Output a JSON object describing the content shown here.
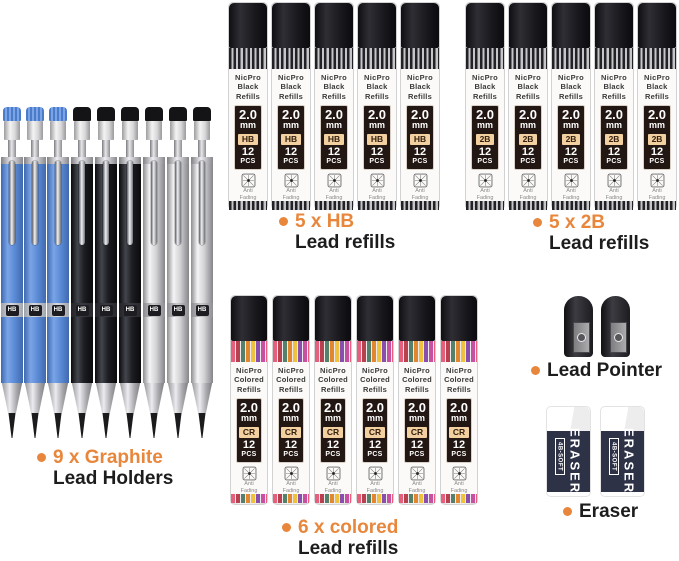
{
  "colors": {
    "accent": "#e8873c",
    "text": "#1d1d1f",
    "badge_bg": "#f3d0a0",
    "panel_bg": "#221712",
    "eraser_sleeve": "#2e3247",
    "colored_leads": [
      "#e4607c",
      "#b84150",
      "#55806c",
      "#e2872f",
      "#eec23c",
      "#8a4fae",
      "#c850a0"
    ]
  },
  "annotations": {
    "graphite": {
      "line1": "9 x Graphite",
      "line2": "Lead Holders"
    },
    "hb": {
      "line1": "5 x HB",
      "line2": "Lead refills"
    },
    "b2": {
      "line1": "5 x 2B",
      "line2": "Lead refills"
    },
    "colored": {
      "line1": "6 x colored",
      "line2": "Lead refills"
    },
    "pointer": {
      "line1": "Lead Pointer"
    },
    "eraser": {
      "line1": "Eraser"
    }
  },
  "refill_tube": {
    "brand": "NicPro",
    "size": "2.0",
    "size_unit": "mm",
    "quantity": "12",
    "quantity_unit": "PCS",
    "icon": "anti-fading-icon",
    "icon_caption_line1": "Anti",
    "icon_caption_line2": "Fading"
  },
  "tube_groups": [
    {
      "id": "hb",
      "count": 5,
      "label_line1": "Black",
      "label_line2": "Refills",
      "grade": "HB",
      "lead_style": "black"
    },
    {
      "id": "b2",
      "count": 5,
      "label_line1": "Black",
      "label_line2": "Refills",
      "grade": "2B",
      "lead_style": "black"
    },
    {
      "id": "colored",
      "count": 6,
      "label_line1": "Colored",
      "label_line2": "Refills",
      "grade": "CR",
      "lead_style": "colored"
    }
  ],
  "pencils": {
    "grade_badge": "HB",
    "colors": [
      "blue",
      "blue",
      "blue",
      "black",
      "black",
      "black",
      "silver",
      "silver",
      "silver"
    ]
  },
  "lead_pointer": {
    "count": 2
  },
  "eraser": {
    "count": 2,
    "title": "ERASER",
    "subtitle": "4B-SOFT"
  }
}
